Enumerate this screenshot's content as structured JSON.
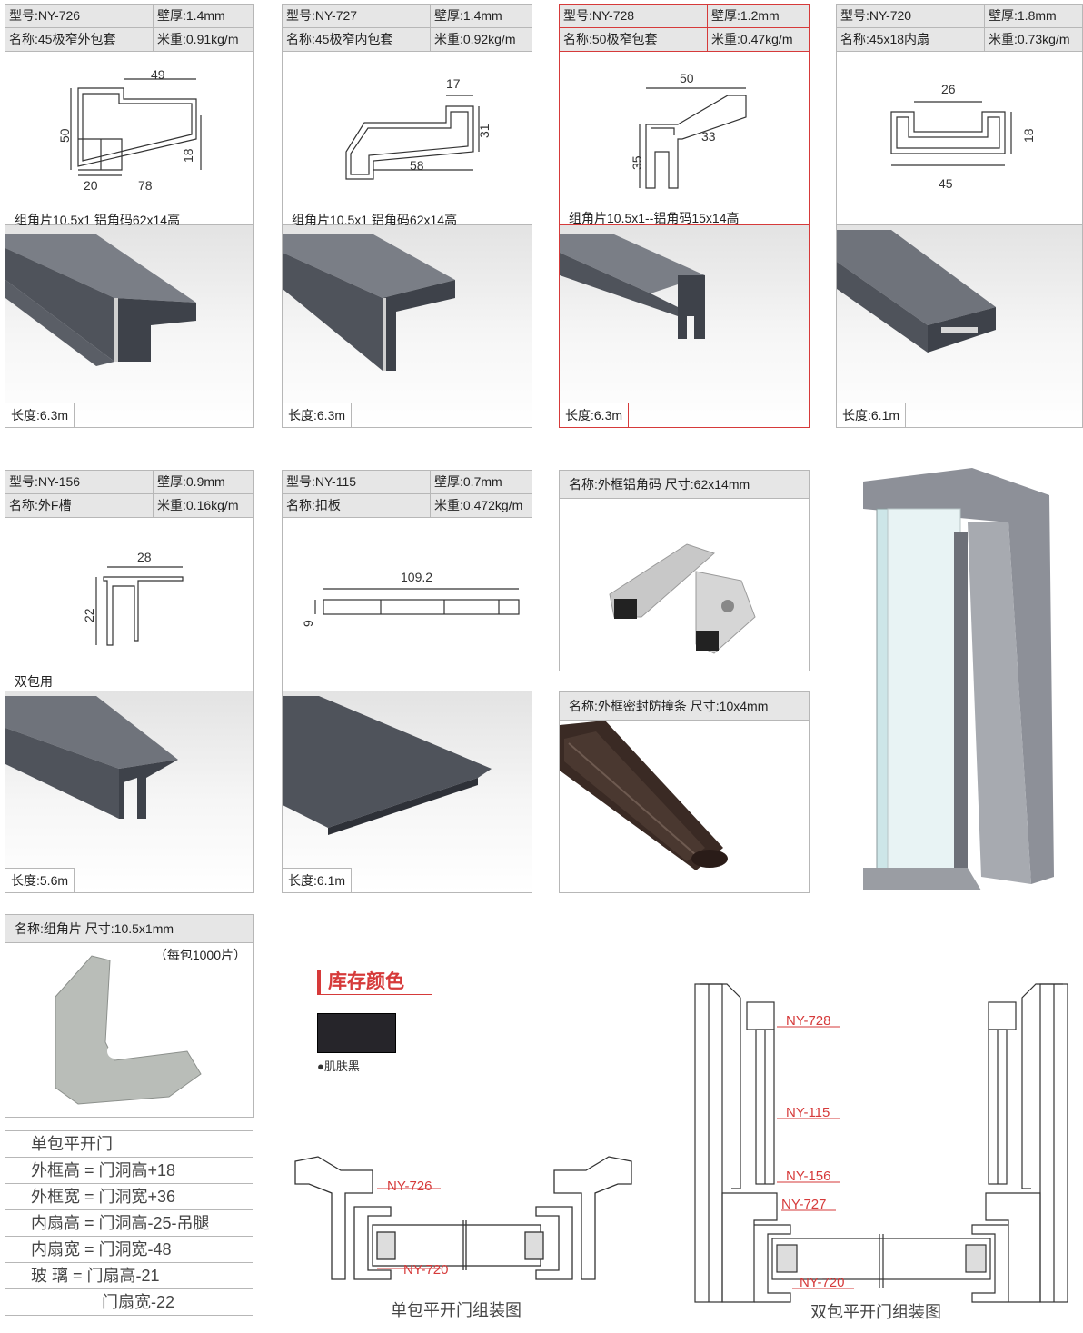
{
  "products": [
    {
      "model": "型号:NY-726",
      "thickness": "壁厚:1.4mm",
      "name": "名称:45极窄外包套",
      "weight": "米重:0.91kg/m",
      "note": "组角片10.5x1    铝角码62x14高",
      "length": "长度:6.3m",
      "dims": [
        "49",
        "50",
        "18",
        "20",
        "78"
      ]
    },
    {
      "model": "型号:NY-727",
      "thickness": "壁厚:1.4mm",
      "name": "名称:45极窄内包套",
      "weight": "米重:0.92kg/m",
      "note": "组角片10.5x1     铝角码62x14高",
      "length": "长度:6.3m",
      "dims": [
        "17",
        "31",
        "58"
      ]
    },
    {
      "model": "型号:NY-728",
      "thickness": "壁厚:1.2mm",
      "name": "名称:50极窄包套",
      "weight": "米重:0.47kg/m",
      "note": "组角片10.5x1--铝角码15x14高",
      "length": "长度:6.3m",
      "dims": [
        "50",
        "33",
        "35"
      ]
    },
    {
      "model": "型号:NY-720",
      "thickness": "壁厚:1.8mm",
      "name": "名称:45x18内扇",
      "weight": "米重:0.73kg/m",
      "note": "",
      "length": "长度:6.1m",
      "dims": [
        "26",
        "18",
        "45"
      ]
    },
    {
      "model": "型号:NY-156",
      "thickness": "壁厚:0.9mm",
      "name": "名称:外F槽",
      "weight": "米重:0.16kg/m",
      "note": "双包用",
      "length": "长度:5.6m",
      "dims": [
        "28",
        "22"
      ]
    },
    {
      "model": "型号:NY-115",
      "thickness": "壁厚:0.7mm",
      "name": "名称:扣板",
      "weight": "米重:0.472kg/m",
      "note": "",
      "length": "长度:6.1m",
      "dims": [
        "109.2",
        "9"
      ]
    }
  ],
  "accessories": {
    "corner_code": "名称:外框铝角码  尺寸:62x14mm",
    "seal_strip": "名称:外框密封防撞条  尺寸:10x4mm",
    "corner_piece": "名称:组角片  尺寸:10.5x1mm",
    "corner_piece_pack": "（每包1000片）"
  },
  "stock": {
    "title": "库存颜色",
    "color_name": "●肌肤黑",
    "color_hex": "#26252a"
  },
  "formulas": [
    "单包平开门",
    "外框高 = 门洞高+18",
    "外框宽 = 门洞宽+36",
    "内扇高 = 门洞高-25-吊腿",
    "内扇宽 = 门洞宽-48",
    "玻    璃 = 门扇高-21",
    "门扇宽-22"
  ],
  "assembly_single": {
    "caption": "单包平开门组装图",
    "labels": [
      "NY-726",
      "NY-720"
    ]
  },
  "assembly_double": {
    "caption": "双包平开门组装图",
    "labels": [
      "NY-728",
      "NY-115",
      "NY-156",
      "NY-727",
      "NY-720"
    ]
  },
  "colors": {
    "profile": "#4a4e57",
    "accent_red": "#d63a3a",
    "header_gray": "#e6e6e6"
  }
}
